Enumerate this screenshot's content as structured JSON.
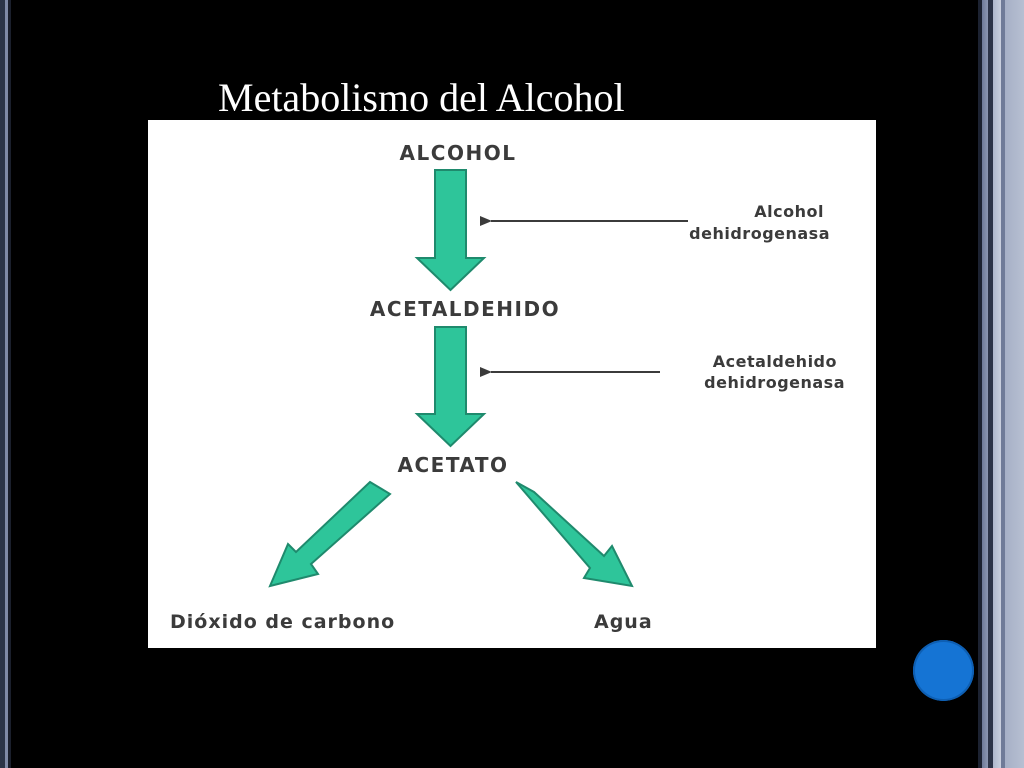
{
  "slide": {
    "title": "Metabolismo del Alcohol"
  },
  "diagram": {
    "nodes": {
      "alcohol": "ALCOHOL",
      "acetaldehido": "ACETALDEHIDO",
      "acetato": "ACETATO",
      "dioxido": "Dióxido de carbono",
      "agua": "Agua"
    },
    "enzymes": {
      "adh_line1": "Alcohol",
      "adh_line2": "dehidrogenasa",
      "aldh_line1": "Acetaldehido",
      "aldh_line2": "dehidrogenasa"
    }
  },
  "colors": {
    "arrow_fill": "#2ec59a",
    "arrow_stroke": "#1f8a6d",
    "label": "#3b3b3b",
    "nav_dot": "#1574d4"
  }
}
